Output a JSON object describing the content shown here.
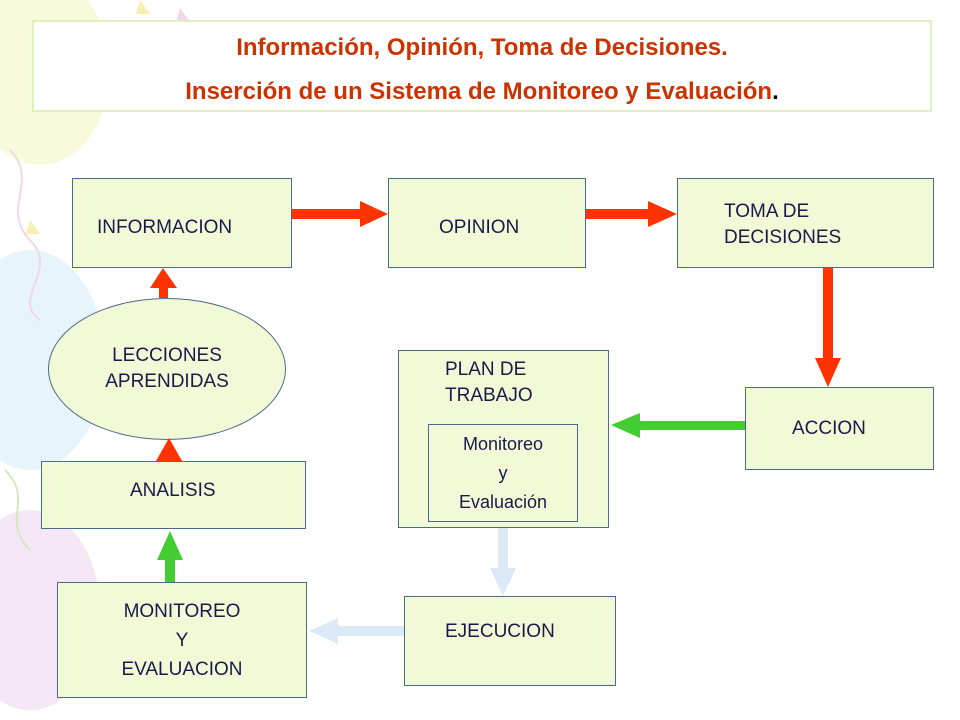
{
  "title": {
    "line1": "Información, Opinión, Toma de Decisiones.",
    "line2": "Inserción de un Sistema de Monitoreo y Evaluación",
    "line2_end": "."
  },
  "nodes": {
    "informacion": "INFORMACION",
    "opinion": "OPINION",
    "toma_decisiones": "TOMA DE\nDECISIONES",
    "accion": "ACCION",
    "plan_trabajo": "PLAN DE\nTRABAJO",
    "monitoreo_inner": "Monitoreo\ny\nEvaluación",
    "ejecucion": "EJECUCION",
    "monitoreo_evaluacion": "MONITOREO\nY\nEVALUACION",
    "analisis": "ANALISIS",
    "lecciones": "LECCIONES\nAPRENDIDAS"
  },
  "colors": {
    "title": "#cc3300",
    "box_fill": "#f2f9d6",
    "box_border": "#4a6b8a",
    "arrow_red": "#ff3300",
    "arrow_green": "#44cc33",
    "arrow_light_blue": "#dbeaf6"
  }
}
